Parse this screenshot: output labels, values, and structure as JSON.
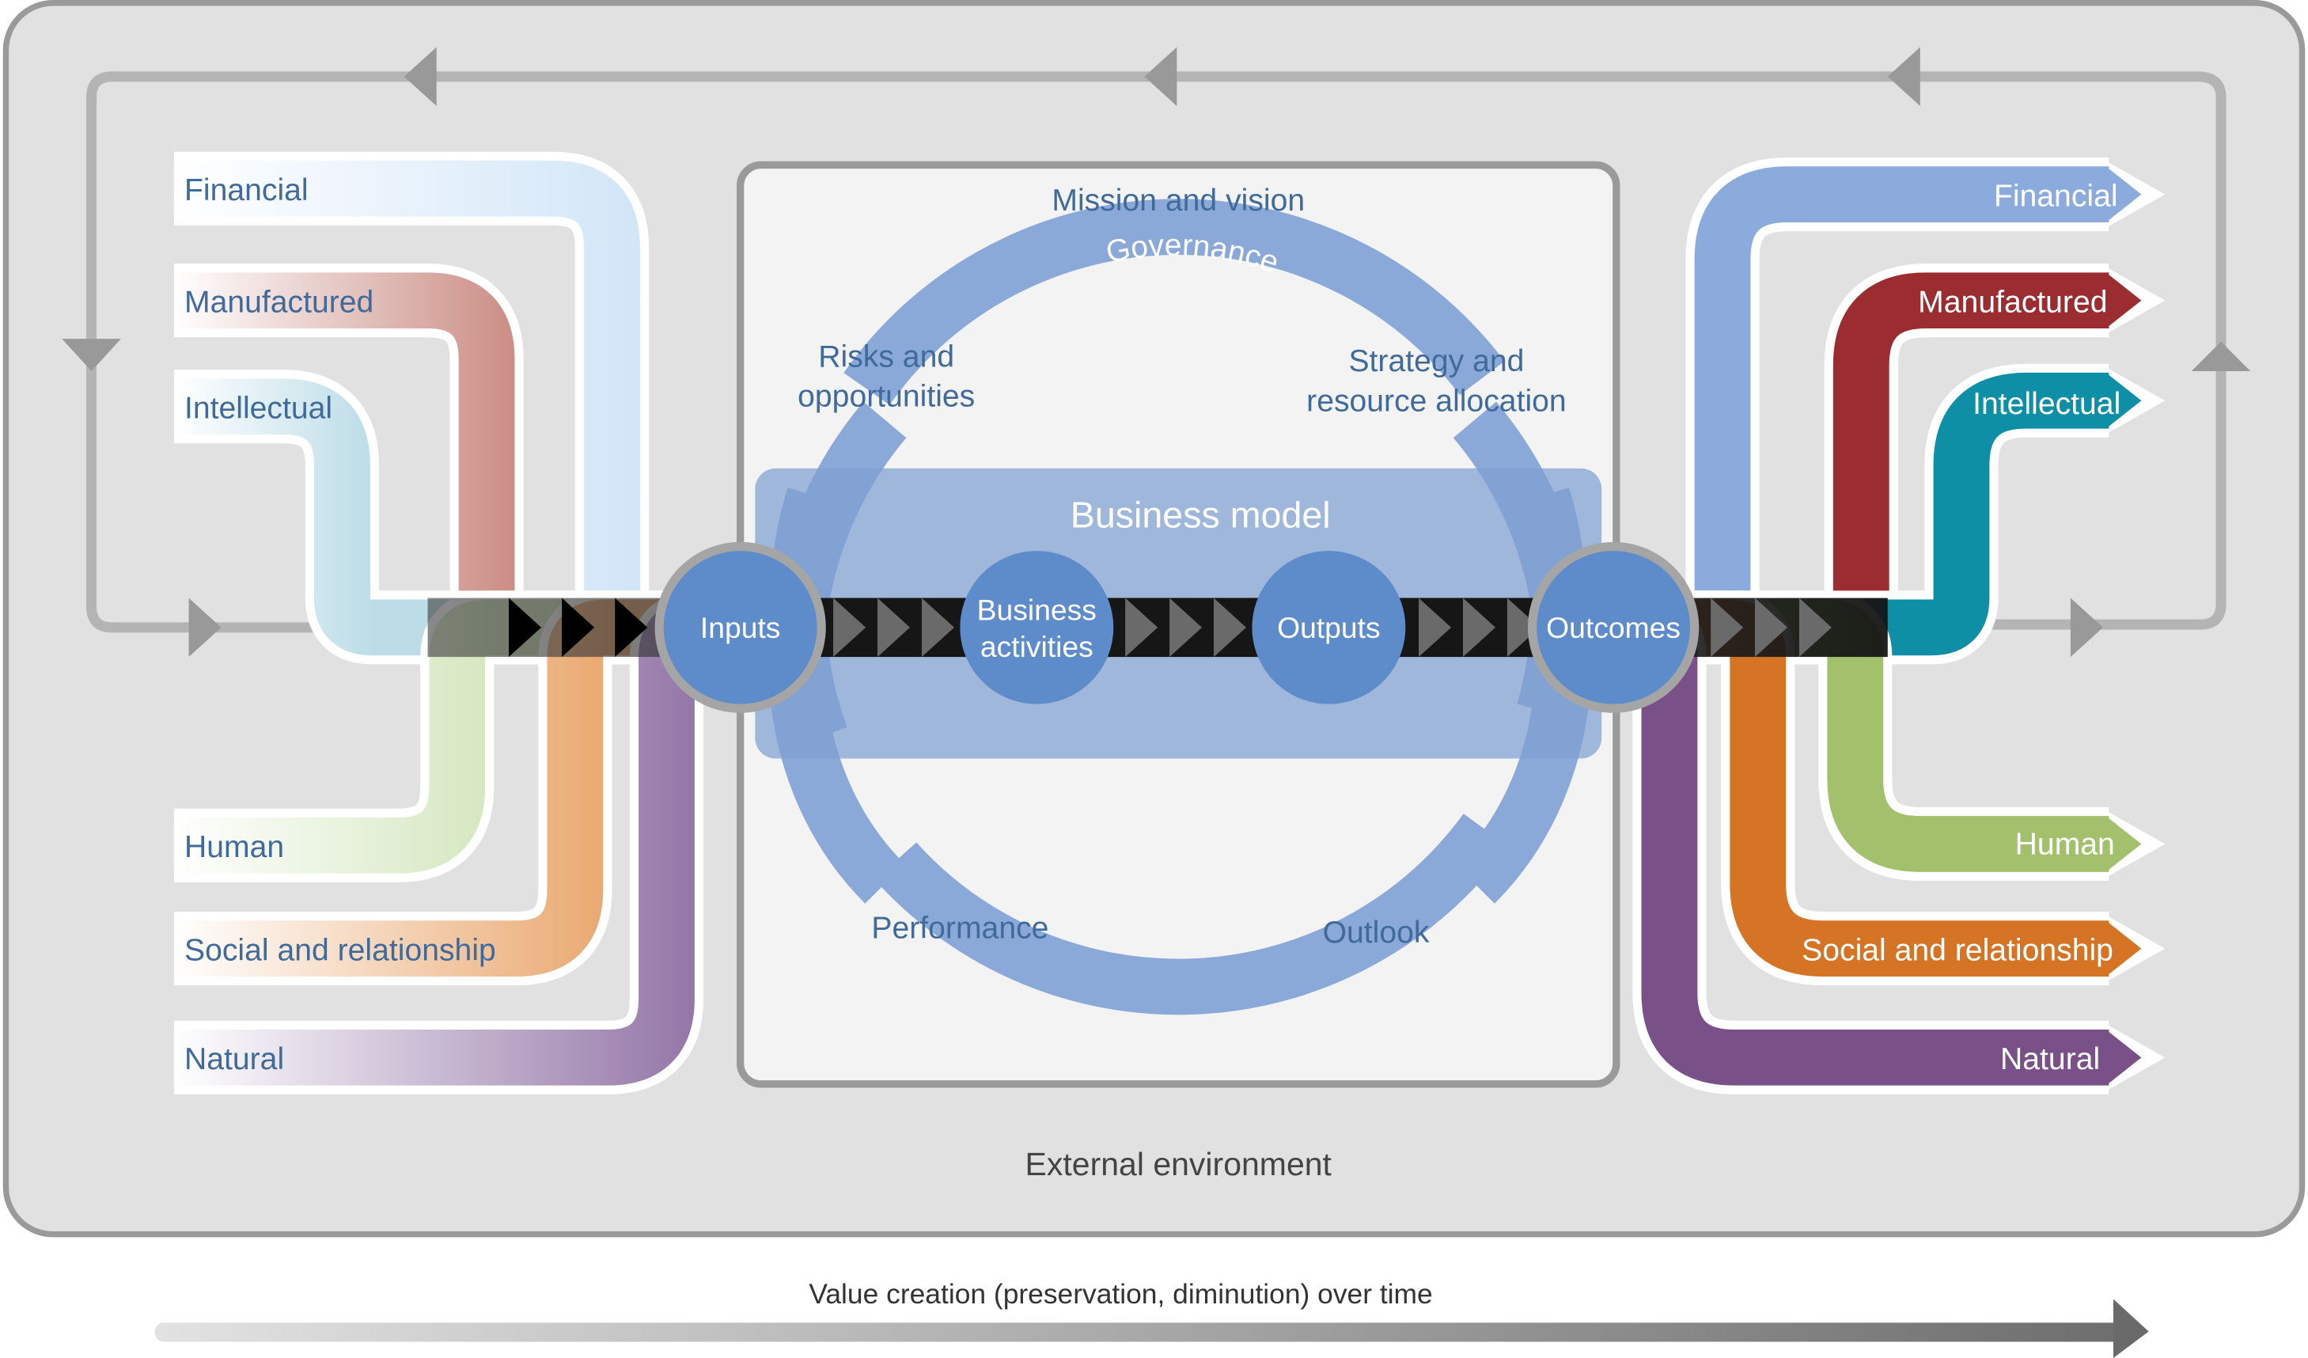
{
  "diagram": {
    "title": "Integrated reporting value creation process",
    "inputs": [
      {
        "label": "Financial",
        "color": "#cfe4f7"
      },
      {
        "label": "Manufactured",
        "color": "#c8877e"
      },
      {
        "label": "Intellectual",
        "color": "#b9dbe6"
      },
      {
        "label": "Human",
        "color": "#d3e6bd"
      },
      {
        "label": "Social and relationship",
        "color": "#e9a46a"
      },
      {
        "label": "Natural",
        "color": "#8e6fa3"
      }
    ],
    "outcomes": [
      {
        "label": "Financial",
        "color": "#8aabdb"
      },
      {
        "label": "Manufactured",
        "color": "#9b2d30"
      },
      {
        "label": "Intellectual",
        "color": "#0e8fa6"
      },
      {
        "label": "Human",
        "color": "#a3c16c"
      },
      {
        "label": "Social and relationship",
        "color": "#d67426"
      },
      {
        "label": "Natural",
        "color": "#7a5089"
      }
    ],
    "ring": {
      "top": "Mission and vision",
      "governance": "Governance",
      "upper_left": [
        "Risks and",
        "opportunities"
      ],
      "upper_right": [
        "Strategy and",
        "resource allocation"
      ],
      "lower_left": "Performance",
      "lower_right": "Outlook",
      "color": "#8aa8d8"
    },
    "business_model": {
      "label": "Business model",
      "color": "#7f9fd3"
    },
    "process": [
      {
        "label": "Inputs"
      },
      {
        "label": [
          "Business",
          "activities"
        ]
      },
      {
        "label": "Outputs"
      },
      {
        "label": "Outcomes"
      }
    ],
    "node_color": "#5e8ccb",
    "external_environment": "External environment",
    "timeline": "Value creation (preservation, diminution) over time"
  }
}
